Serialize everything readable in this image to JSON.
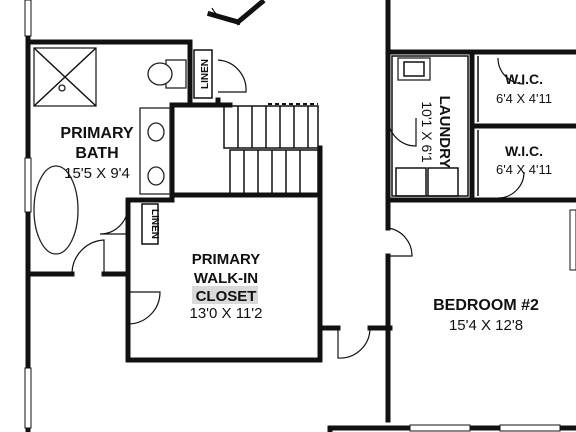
{
  "rooms": {
    "primary_bath": {
      "name_line1": "PRIMARY",
      "name_line2": "BATH",
      "dims": "15'5 X 9'4"
    },
    "linen_upper": {
      "name": "LINEN"
    },
    "linen_lower": {
      "name": "LINEN"
    },
    "primary_closet": {
      "name_line1": "PRIMARY",
      "name_line2": "WALK-IN",
      "name_line3": "CLOSET",
      "dims": "13'0 X 11'2"
    },
    "laundry": {
      "name": "LAUNDRY",
      "dims": "10'1 X 6'1"
    },
    "wic_upper": {
      "name": "W.I.C.",
      "dims": "6'4 X 4'11"
    },
    "wic_lower": {
      "name": "W.I.C.",
      "dims": "6'4 X 4'11"
    },
    "bedroom2": {
      "name": "BEDROOM #2",
      "dims": "15'4 X 12'8"
    }
  },
  "colors": {
    "wall": "#111111",
    "highlight": "#d9d9d9",
    "background": "#ffffff"
  }
}
